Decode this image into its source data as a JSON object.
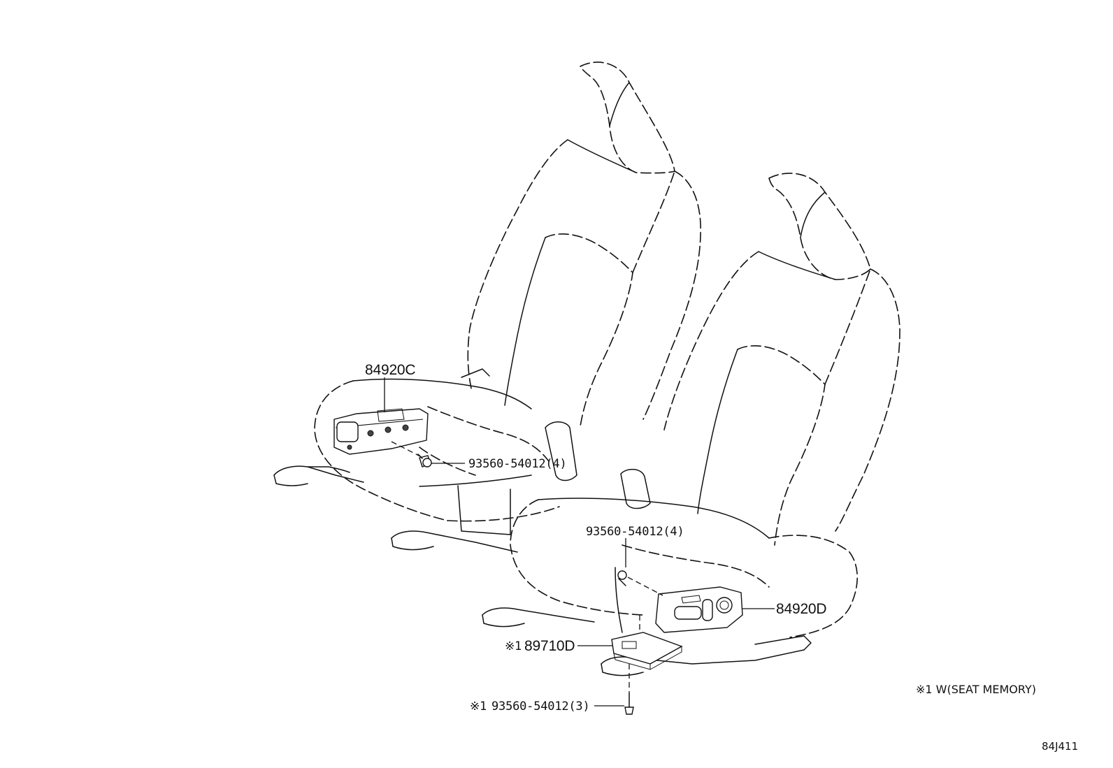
{
  "callouts": {
    "switch_left": "84920C",
    "screw_left": "93560-54012(4)",
    "screw_right": "93560-54012(4)",
    "switch_right": "84920D",
    "ecu_mark": "※1",
    "ecu": "89710D",
    "screw_bottom_mark": "※1",
    "screw_bottom": "93560-54012(3)"
  },
  "note": "※1 W(SEAT MEMORY)",
  "diagram_code": "84J411"
}
